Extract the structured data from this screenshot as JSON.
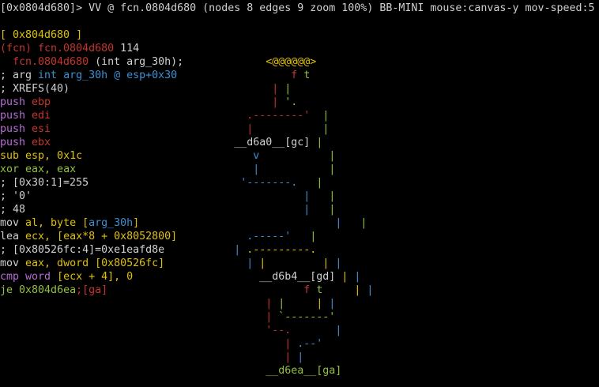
{
  "theme": {
    "background": "#000000",
    "white": "#d0d0d0",
    "yellow": "#e0c100",
    "red": "#c4342d",
    "blue": "#3d8fd6",
    "purple": "#b76bd4",
    "green": "#93c13a",
    "olive": "#c4b84a",
    "teal": "#38a8a0"
  },
  "status_line": "[0x0804d680]> VV @ fcn.0804d680 (nodes 8 edges 9 zoom 100%) BB-MINI mouse:canvas-y mov-speed:5",
  "lines": [
    [],
    [
      [
        "[ 0x804d680 ]",
        "c-y"
      ]
    ],
    [
      [
        "(fcn) fcn.0804d680",
        "c-r"
      ],
      [
        " 114",
        "c-w"
      ]
    ],
    [
      [
        "  fcn.0804d680",
        "c-r"
      ],
      [
        " (int arg_30h);",
        "c-w"
      ],
      [
        "             ",
        "c-w"
      ],
      [
        "<@@@@@@>",
        "c-y"
      ]
    ],
    [
      [
        "; arg ",
        "c-w"
      ],
      [
        "int",
        "c-b"
      ],
      [
        " arg_30h",
        "c-b"
      ],
      [
        " @ esp+0x30",
        "c-b"
      ],
      [
        "                  ",
        "c-w"
      ],
      [
        "f",
        "c-r"
      ],
      [
        " ",
        "c-w"
      ],
      [
        "t",
        "c-g"
      ]
    ],
    [
      [
        "; XREFS(40)",
        "c-w"
      ],
      [
        "                                ",
        "c-w"
      ],
      [
        "|",
        "c-r"
      ],
      [
        " ",
        "c-w"
      ],
      [
        "|",
        "c-g"
      ]
    ],
    [
      [
        "push ",
        "c-p"
      ],
      [
        "ebp",
        "c-r"
      ],
      [
        "                                   ",
        "c-w"
      ],
      [
        "|",
        "c-r"
      ],
      [
        " ",
        "c-w"
      ],
      [
        "'.",
        "c-g"
      ]
    ],
    [
      [
        "push ",
        "c-p"
      ],
      [
        "edi",
        "c-r"
      ],
      [
        "                               ",
        "c-w"
      ],
      [
        ".--------'",
        "c-r"
      ],
      [
        "  ",
        "c-w"
      ],
      [
        "|",
        "c-g"
      ]
    ],
    [
      [
        "push ",
        "c-p"
      ],
      [
        "esi",
        "c-r"
      ],
      [
        "                               ",
        "c-w"
      ],
      [
        "|",
        "c-r"
      ],
      [
        "           ",
        "c-w"
      ],
      [
        "|",
        "c-g"
      ]
    ],
    [
      [
        "push ",
        "c-p"
      ],
      [
        "ebx",
        "c-r"
      ],
      [
        "                             ",
        "c-w"
      ],
      [
        "__d6a0__[gc]",
        "c-w"
      ],
      [
        " ",
        "c-w"
      ],
      [
        "|",
        "c-g"
      ]
    ],
    [
      [
        "sub ",
        "c-y"
      ],
      [
        "esp, 0x1c",
        "c-y"
      ],
      [
        "                           ",
        "c-w"
      ],
      [
        "v",
        "c-b"
      ],
      [
        "           ",
        "c-w"
      ],
      [
        "|",
        "c-g"
      ]
    ],
    [
      [
        "xor ",
        "c-g"
      ],
      [
        "eax, eax",
        "c-g"
      ],
      [
        "                            ",
        "c-w"
      ],
      [
        "|",
        "c-b"
      ],
      [
        "           ",
        "c-w"
      ],
      [
        "|",
        "c-g"
      ]
    ],
    [
      [
        "; [0x30:1]=255",
        "c-w"
      ],
      [
        "                        ",
        "c-w"
      ],
      [
        "'-------.",
        "c-b"
      ],
      [
        "   ",
        "c-w"
      ],
      [
        "|",
        "c-g"
      ]
    ],
    [
      [
        "; '0'",
        "c-w"
      ],
      [
        "                                           ",
        "c-w"
      ],
      [
        "|",
        "c-b"
      ],
      [
        "   ",
        "c-w"
      ],
      [
        "|",
        "c-g"
      ]
    ],
    [
      [
        "; 48",
        "c-w"
      ],
      [
        "                                            ",
        "c-w"
      ],
      [
        "|",
        "c-b"
      ],
      [
        "   ",
        "c-w"
      ],
      [
        "|",
        "c-g"
      ]
    ],
    [
      [
        "mov ",
        "c-w"
      ],
      [
        "al, byte [",
        "c-y"
      ],
      [
        "arg_30h",
        "c-b"
      ],
      [
        "]",
        "c-y"
      ],
      [
        "                               ",
        "c-w"
      ],
      [
        "|",
        "c-b"
      ],
      [
        "   ",
        "c-w"
      ],
      [
        "|",
        "c-g"
      ]
    ],
    [
      [
        "lea ",
        "c-w"
      ],
      [
        "ecx, [eax*8 + 0x8052800]",
        "c-y"
      ],
      [
        "           ",
        "c-w"
      ],
      [
        ".-----'",
        "c-b"
      ],
      [
        "   ",
        "c-w"
      ],
      [
        "|",
        "c-g"
      ]
    ],
    [
      [
        "; [0x80526fc:4]=0xe1eafd8e",
        "c-w"
      ],
      [
        "           ",
        "c-w"
      ],
      [
        "|",
        "c-b"
      ],
      [
        " ",
        "c-w"
      ],
      [
        ".---------.",
        "c-y"
      ]
    ],
    [
      [
        "mov ",
        "c-w"
      ],
      [
        "eax, dword [0x80526fc]",
        "c-y"
      ],
      [
        "             ",
        "c-w"
      ],
      [
        "|",
        "c-b"
      ],
      [
        " ",
        "c-w"
      ],
      [
        "|",
        "c-y"
      ],
      [
        "         ",
        "c-w"
      ],
      [
        "|",
        "c-y"
      ],
      [
        " ",
        "c-w"
      ],
      [
        "|",
        "c-b"
      ]
    ],
    [
      [
        "cmp word ",
        "c-p"
      ],
      [
        "[ecx + 4], 0",
        "c-y"
      ],
      [
        "                    ",
        "c-w"
      ],
      [
        "__d6b4__[gd]",
        "c-w"
      ],
      [
        " ",
        "c-w"
      ],
      [
        "|",
        "c-y"
      ],
      [
        " ",
        "c-w"
      ],
      [
        "|",
        "c-b"
      ]
    ],
    [
      [
        "je ",
        "c-g"
      ],
      [
        "0x804d6ea",
        "c-g"
      ],
      [
        ";[ga]",
        "c-r"
      ],
      [
        "                               ",
        "c-w"
      ],
      [
        "f",
        "c-r"
      ],
      [
        " ",
        "c-w"
      ],
      [
        "t",
        "c-g"
      ],
      [
        "     ",
        "c-w"
      ],
      [
        "|",
        "c-y"
      ],
      [
        " ",
        "c-w"
      ],
      [
        "|",
        "c-b"
      ]
    ],
    [
      [
        "                                          ",
        "c-w"
      ],
      [
        "|",
        "c-r"
      ],
      [
        " ",
        "c-w"
      ],
      [
        "|",
        "c-g"
      ],
      [
        "     ",
        "c-w"
      ],
      [
        "|",
        "c-y"
      ],
      [
        " ",
        "c-w"
      ],
      [
        "|",
        "c-b"
      ]
    ],
    [
      [
        "                                          ",
        "c-w"
      ],
      [
        "|",
        "c-r"
      ],
      [
        " ",
        "c-w"
      ],
      [
        "`-------'",
        "c-g"
      ]
    ],
    [
      [
        "                                          ",
        "c-w"
      ],
      [
        "'--.",
        "c-r"
      ],
      [
        "       ",
        "c-w"
      ],
      [
        "|",
        "c-b"
      ]
    ],
    [
      [
        "                                             ",
        "c-w"
      ],
      [
        "|",
        "c-r"
      ],
      [
        " ",
        "c-w"
      ],
      [
        ".--'",
        "c-b"
      ]
    ],
    [
      [
        "                                             ",
        "c-w"
      ],
      [
        "|",
        "c-r"
      ],
      [
        " ",
        "c-w"
      ],
      [
        "|",
        "c-b"
      ]
    ],
    [
      [
        "                                          ",
        "c-w"
      ],
      [
        "__d6ea__[ga]",
        "c-g"
      ]
    ]
  ]
}
